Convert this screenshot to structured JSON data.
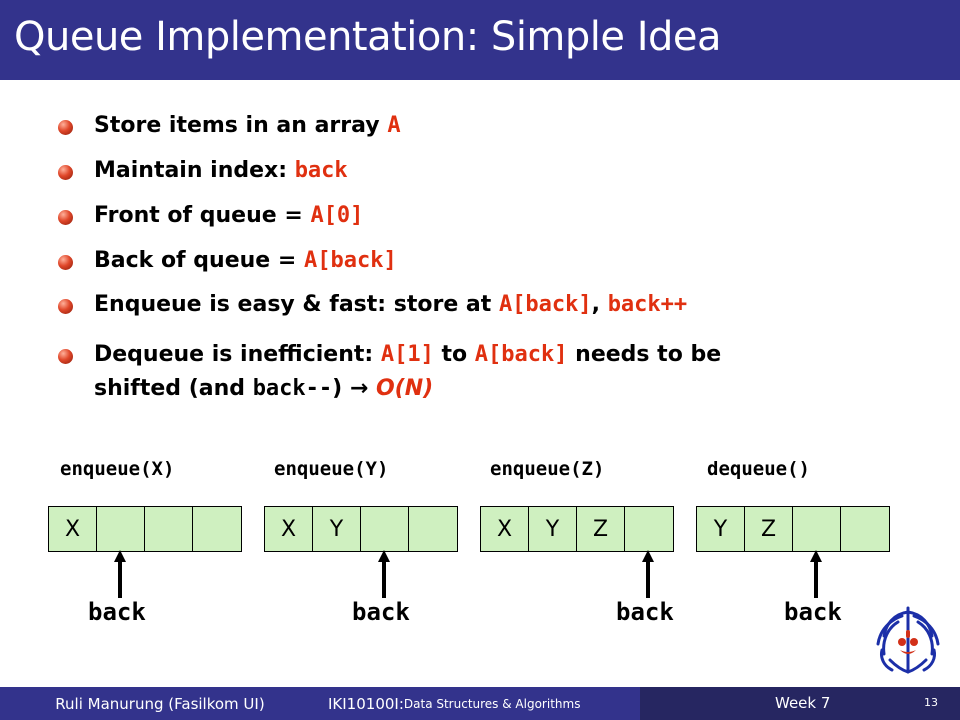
{
  "header": {
    "title": "Queue Implementation: Simple Idea"
  },
  "bullets": [
    {
      "text": "Store items in an array ",
      "code": "A"
    },
    {
      "text": "Maintain index: ",
      "code": "back"
    },
    {
      "text": "Front of queue = ",
      "code": "A[0]"
    },
    {
      "text": "Back of queue = ",
      "code": "A[back]"
    },
    {
      "text": "Enqueue is easy & fast: store at ",
      "code": "A[back]",
      "sep": ", ",
      "code2": "back++"
    },
    {
      "line1_a": "Dequeue is inefficient: ",
      "line1_code1": "A[1]",
      "line1_b": " to ",
      "line1_code2": "A[back]",
      "line1_c": " needs to be",
      "line2_a": "shifted (and ",
      "line2_code": "back--",
      "line2_b": ")  → ",
      "line2_on": "O(N)"
    }
  ],
  "diagram": {
    "operations": [
      "enqueue(X)",
      "enqueue(Y)",
      "enqueue(Z)",
      "dequeue()"
    ],
    "arrays": [
      [
        "X",
        "",
        "",
        ""
      ],
      [
        "X",
        "Y",
        "",
        ""
      ],
      [
        "X",
        "Y",
        "Z",
        ""
      ],
      [
        "Y",
        "Z",
        "",
        ""
      ]
    ],
    "back_label": "back"
  },
  "footer": {
    "author": "Ruli Manurung (Fasilkom UI)",
    "course_code": "IKI10100I: ",
    "course_name": "Data Structures & Algorithms",
    "week": "Week 7",
    "page": "13"
  },
  "colors": {
    "title_bar": "#33338c",
    "footer_dark": "#262661",
    "accent": "#e03010",
    "cell_fill": "#cff0c0",
    "logo": "#1c2fa8"
  }
}
